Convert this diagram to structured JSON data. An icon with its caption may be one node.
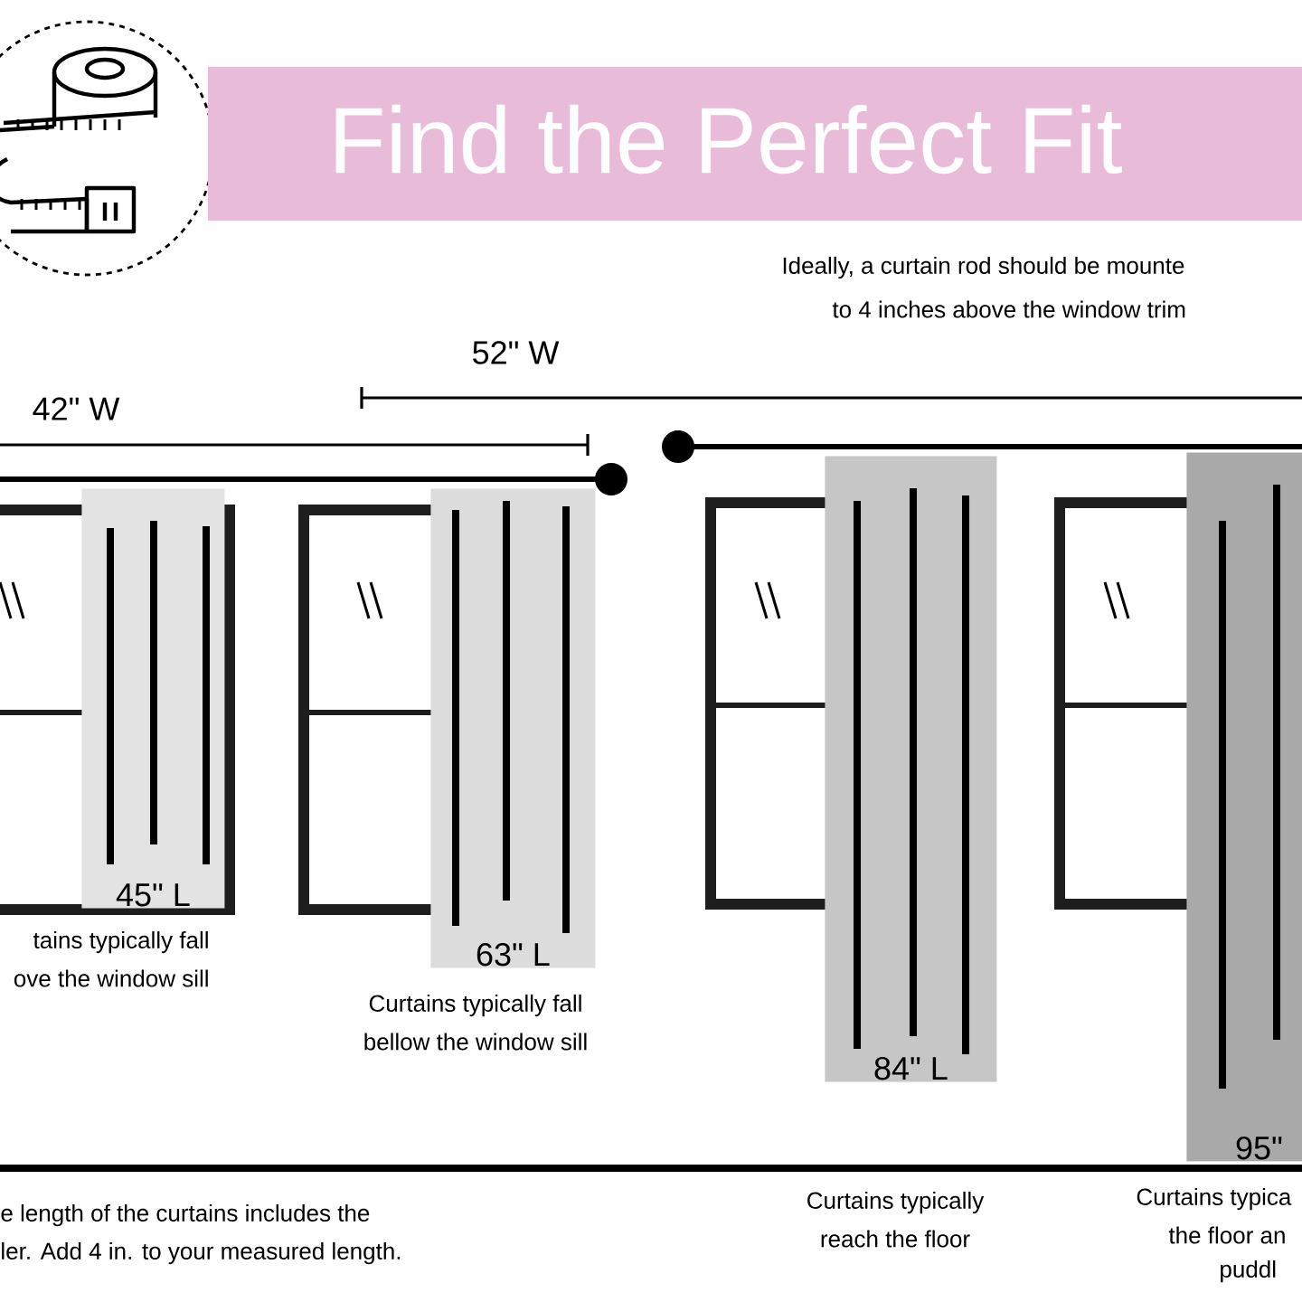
{
  "diagram": {
    "title": "Find the Perfect Fit",
    "nodes": [
      {
        "text": [
          "45\" L"
        ],
        "beside": [
          "tains typically fall",
          "ove the window sill"
        ]
      },
      {
        "text": [
          "63\" L"
        ],
        "beside": [
          "Curtains typically fall",
          "bellow the window sill"
        ]
      },
      {
        "text": [
          "84\" L"
        ],
        "beside": [
          "Curtains typically",
          "reach the floor"
        ]
      },
      {
        "text": [
          "95\""
        ],
        "beside": [
          "Curtains typica",
          "the floor an",
          "puddl"
        ]
      }
    ],
    "labels": [
      "Ideally, a curtain rod should be mounte",
      "to 4 inches above the window trim",
      "52\" W",
      "42\" W",
      "e length of the curtains includes the",
      "ler. Add 4 in. to your measured length."
    ]
  }
}
